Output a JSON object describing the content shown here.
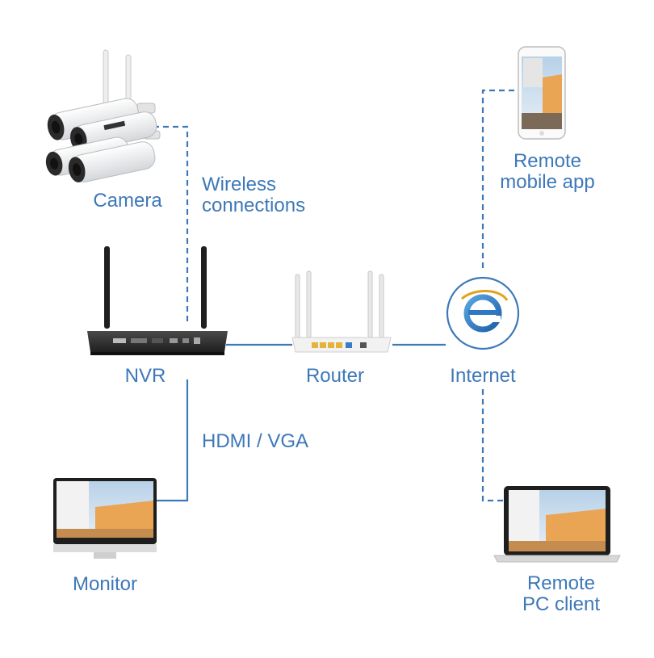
{
  "diagram": {
    "nodes": {
      "camera": {
        "label": "Camera"
      },
      "mobile": {
        "label_line1": "Remote",
        "label_line2": "mobile app"
      },
      "nvr": {
        "label": "NVR"
      },
      "router": {
        "label": "Router"
      },
      "internet": {
        "label": "Internet"
      },
      "monitor": {
        "label": "Monitor"
      },
      "pc": {
        "label_line1": "Remote",
        "label_line2": "PC client"
      }
    },
    "edges": {
      "wireless": {
        "label_line1": "Wireless",
        "label_line2": "connections",
        "style": "dashed"
      },
      "hdmi": {
        "label": "HDMI / VGA",
        "style": "solid"
      },
      "nvr_router": {
        "style": "solid"
      },
      "router_internet": {
        "style": "solid"
      },
      "internet_mobile": {
        "style": "dashed"
      },
      "internet_pc": {
        "style": "dashed"
      }
    },
    "colors": {
      "line": "#3d78b8",
      "label": "#3d78b8",
      "device_dark": "#2b2b2b",
      "device_light": "#e6e6e6",
      "screen_sky": "#c9dcec",
      "screen_wall": "#e9a454"
    }
  }
}
